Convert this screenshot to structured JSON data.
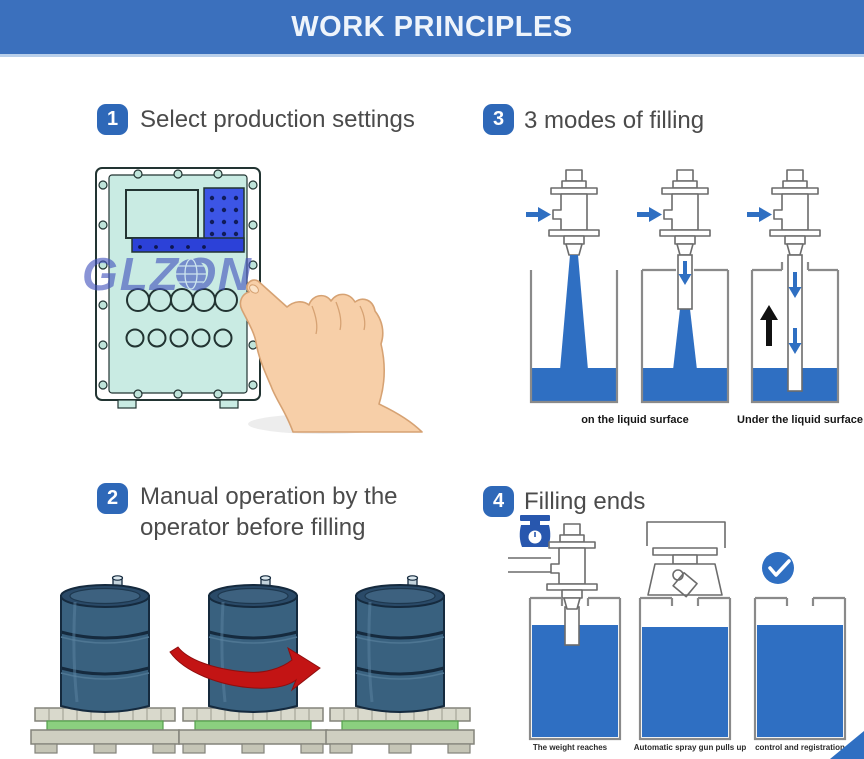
{
  "header": {
    "title": "WORK PRINCIPLES"
  },
  "colors": {
    "brand_blue": "#3b70bd",
    "badge_blue": "#2e68b8",
    "liquid_blue": "#2f6fc2",
    "bright_blue": "#3c55e6",
    "watermark_blue": "#4353bd",
    "panel_mint": "#c9ebe3",
    "screen_mint": "#ddf5ee",
    "hand_skin": "#f7cfa8",
    "hand_outline": "#d6a273",
    "barrel_blue": "#39617f",
    "barrel_dark": "#152a3e",
    "pallet_gray": "#d9d9cc",
    "pallet_green": "#8bcf7f",
    "arrow_red": "#c31414",
    "outline_gray": "#8a8a8a",
    "text_dark": "#4b4b4b"
  },
  "steps": [
    {
      "number": "1",
      "label": "Select production settings"
    },
    {
      "number": "2",
      "label": "Manual operation by the operator before filling"
    },
    {
      "number": "3",
      "label": "3 modes of filling"
    },
    {
      "number": "4",
      "label": "Filling ends"
    }
  ],
  "filling_modes": {
    "labels": [
      "on the liquid surface",
      "Under the liquid surface"
    ]
  },
  "filling_ends": {
    "labels": [
      "The weight reaches",
      "Automatic spray gun pulls up",
      "control and registration"
    ]
  },
  "watermark": {
    "text": "GLZON"
  }
}
